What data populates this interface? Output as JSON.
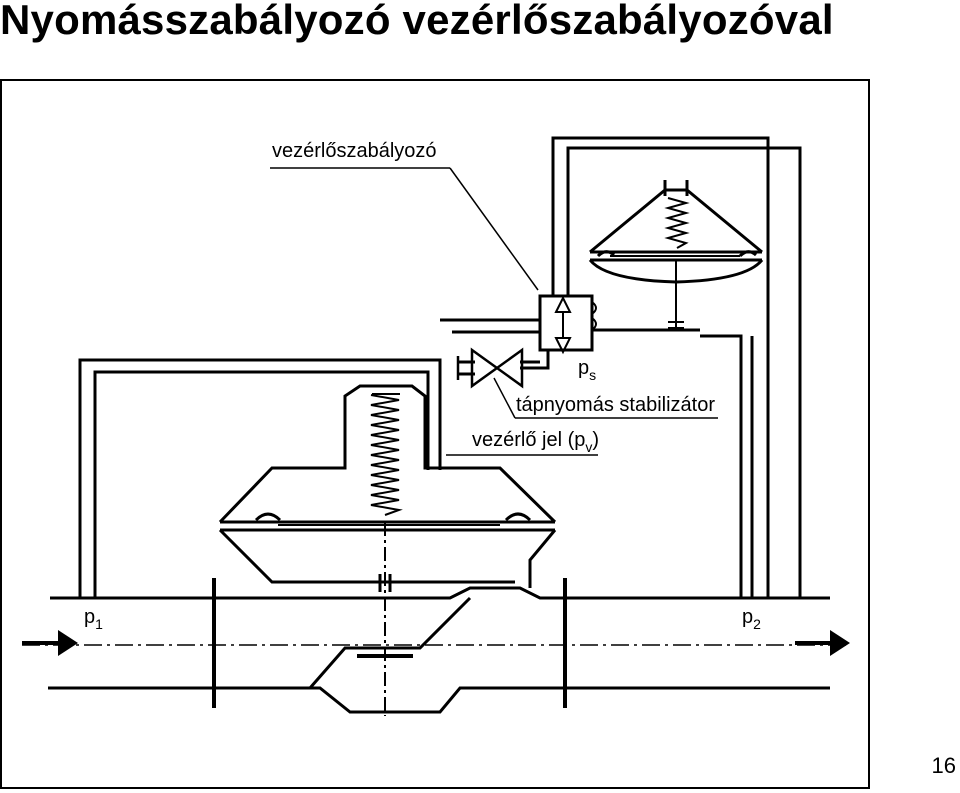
{
  "slide": {
    "title": "Nyomásszabályozó vezérlőszabályozóval",
    "page_number": "16"
  },
  "labels": {
    "pilot": "vezérlőszabályozó",
    "ps_main": "p",
    "ps_sub": "s",
    "stabilizer": "tápnyomás stabilizátor",
    "signal_main": "vezérlő jel (p",
    "signal_sub": "v",
    "signal_close": ")",
    "p1_main": "p",
    "p1_sub": "1",
    "p2_main": "p",
    "p2_sub": "2"
  }
}
